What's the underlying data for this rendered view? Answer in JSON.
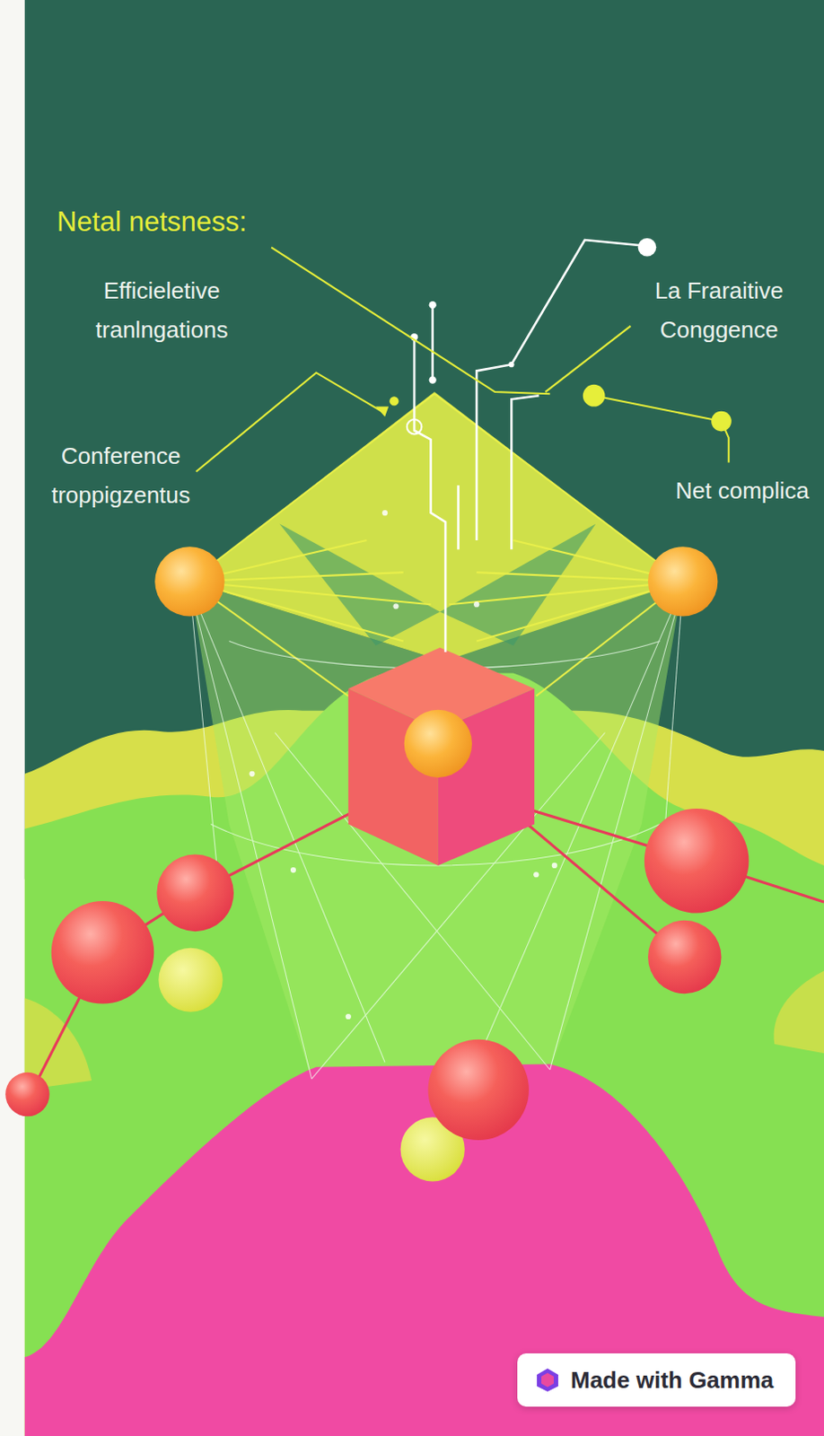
{
  "diagram": {
    "title": "Netal netsness:",
    "nodes": [
      {
        "text": [
          "Made with Gamma"
        ]
      }
    ],
    "labels": [
      "Efficieletive tranlngations",
      "La Fraraitive Conggence",
      "Conference troppigzentus",
      "Net complica"
    ]
  }
}
